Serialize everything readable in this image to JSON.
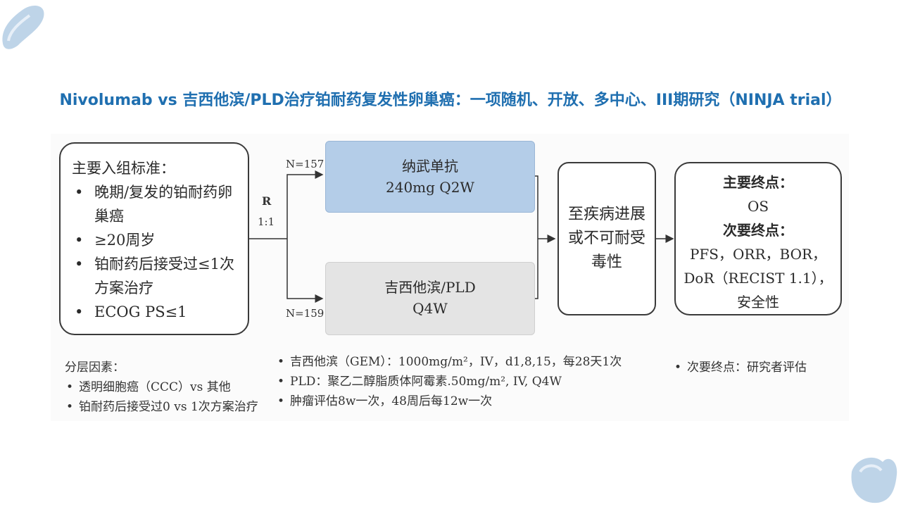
{
  "title": "Nivolumab vs 吉西他滨/PLD治疗铂耐药复发性卵巢癌：一项随机、开放、多中心、III期研究（NINJA trial）",
  "criteria": {
    "heading": "主要入组标准：",
    "items": [
      "晚期/复发的铂耐药卵巢癌",
      "≥20周岁",
      "铂耐药后接受过≤1次方案治疗",
      "ECOG PS≤1"
    ]
  },
  "randomization": {
    "label": "R",
    "ratio": "1:1"
  },
  "arm1": {
    "n": "N=157",
    "line1": "纳武单抗",
    "line2": "240mg Q2W"
  },
  "arm2": {
    "n": "N=159",
    "line1": "吉西他滨/PLD",
    "line2": "Q4W"
  },
  "progression": {
    "text": "至疾病进展或不可耐受毒性"
  },
  "endpoints": {
    "primary_label": "主要终点：",
    "primary": "OS",
    "secondary_label": "次要终点：",
    "secondary_line1": "PFS，ORR，BOR，",
    "secondary_line2": "DoR（RECIST 1.1），",
    "secondary_line3": "安全性"
  },
  "stratification": {
    "heading": "分层因素：",
    "items": [
      "透明细胞癌（CCC）vs 其他",
      "铂耐药后接受过0 vs 1次方案治疗"
    ]
  },
  "regimen_notes": [
    "吉西他滨（GEM）：1000mg/m²，IV，d1,8,15，每28天1次",
    "PLD：聚乙二醇脂质体阿霉素.50mg/m², IV, Q4W",
    "肿瘤评估8w一次，48周后每12w一次"
  ],
  "endpoint_note": "次要终点：研究者评估",
  "colors": {
    "title": "#1f6fb0",
    "arm1_fill": "#b4cde8",
    "arm2_fill": "#e4e4e4"
  }
}
